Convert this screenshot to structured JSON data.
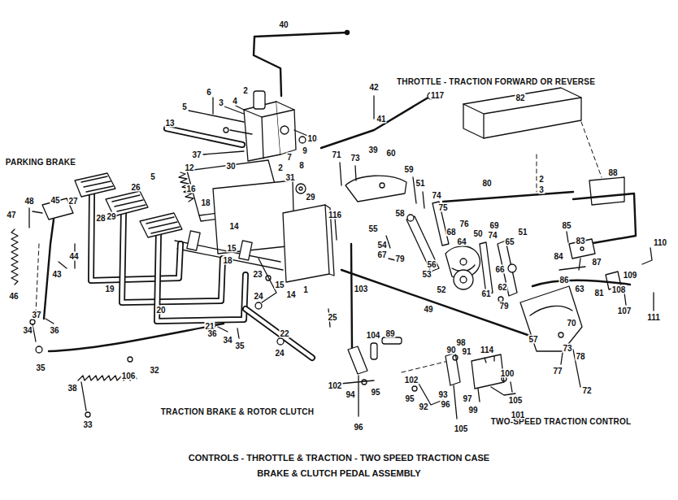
{
  "diagram": {
    "title": "CONTROLS - THROTTLE & TRACTION - TWO SPEED TRACTION CASE BRAKE & CLUTCH PEDAL ASSEMBLY",
    "labels": [
      "THROTTLE - TRACTION FORWARD OR REVERSE",
      "PARKING BRAKE",
      "TRACTION BRAKE & ROTOR CLUTCH",
      "TWO-SPEED TRACTION CONTROL",
      "40",
      "42",
      "117",
      "82",
      "2",
      "6",
      "5",
      "3",
      "4",
      "13",
      "10",
      "9",
      "7",
      "8",
      "41",
      "39",
      "37",
      "30",
      "2",
      "31",
      "71",
      "73",
      "60",
      "12",
      "16",
      "18",
      "26",
      "5",
      "29",
      "59",
      "51",
      "74",
      "75",
      "80",
      "2",
      "3",
      "88",
      "48",
      "45",
      "47",
      "27",
      "28",
      "29",
      "14",
      "116",
      "55",
      "54",
      "67",
      "58",
      "79",
      "53",
      "56",
      "68",
      "76",
      "64",
      "50",
      "69",
      "74",
      "65",
      "51",
      "85",
      "83",
      "84",
      "87",
      "86",
      "110",
      "109",
      "108",
      "81",
      "107",
      "111",
      "66",
      "62",
      "61",
      "63",
      "52",
      "57",
      "70",
      "73",
      "78",
      "77",
      "72",
      "79",
      "46",
      "44",
      "43",
      "19",
      "20",
      "21",
      "23",
      "15",
      "18",
      "15",
      "14",
      "1",
      "24",
      "24",
      "25",
      "22",
      "37",
      "34",
      "36",
      "35",
      "34",
      "36",
      "35",
      "32",
      "106",
      "38",
      "33",
      "103",
      "49",
      "104",
      "89",
      "102",
      "94",
      "95",
      "96",
      "90",
      "98",
      "91",
      "114",
      "100",
      "102",
      "95",
      "93",
      "92",
      "96",
      "97",
      "99",
      "105",
      "101",
      "105"
    ]
  }
}
